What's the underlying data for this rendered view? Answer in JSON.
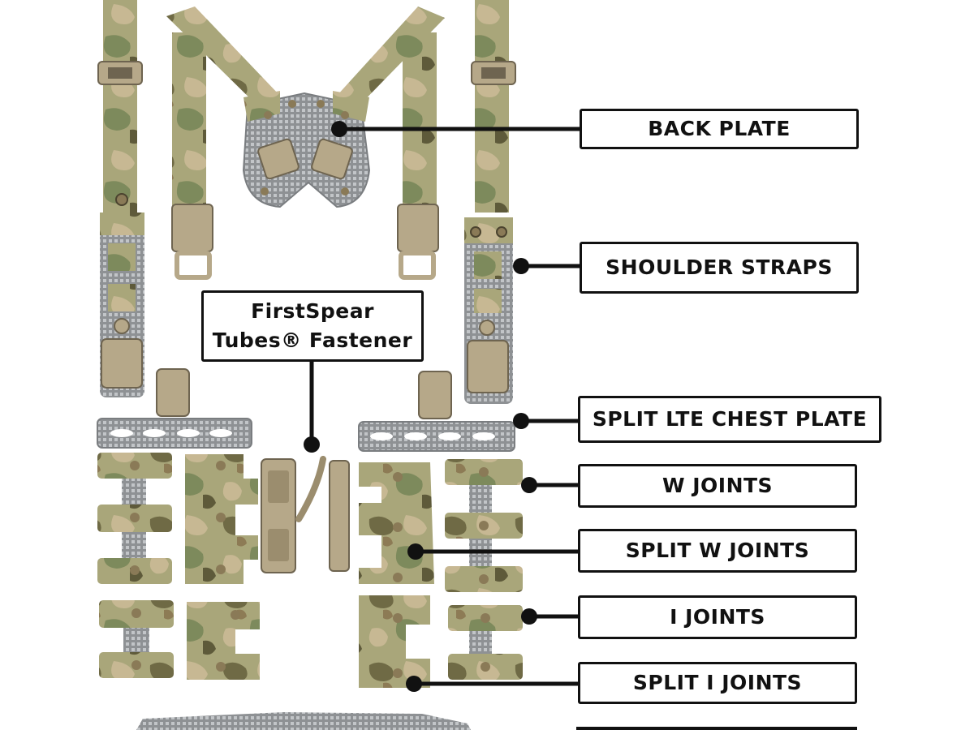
{
  "labels": {
    "back_plate": "BACK PLATE",
    "shoulder_straps": "SHOULDER STRAPS",
    "split_lte_chest_plate": "SPLIT LTE CHEST PLATE",
    "w_joints": "W JOINTS",
    "split_w_joints": "SPLIT W JOINTS",
    "i_joints": "I JOINTS",
    "split_i_joints": "SPLIT I JOINTS"
  },
  "callout": {
    "line1": "FirstSpear",
    "line2": "Tubes® Fastener"
  },
  "colors": {
    "background": "#ffffff",
    "label_border": "#111111",
    "leader_line": "#111111",
    "camo_base": "#a9a67a",
    "camo_dark": "#6f6a45",
    "camo_green": "#7d8a5c",
    "camo_tan": "#c7b893",
    "laminate_grey": "#9a9da0",
    "hardware_tan": "#b6a889"
  }
}
